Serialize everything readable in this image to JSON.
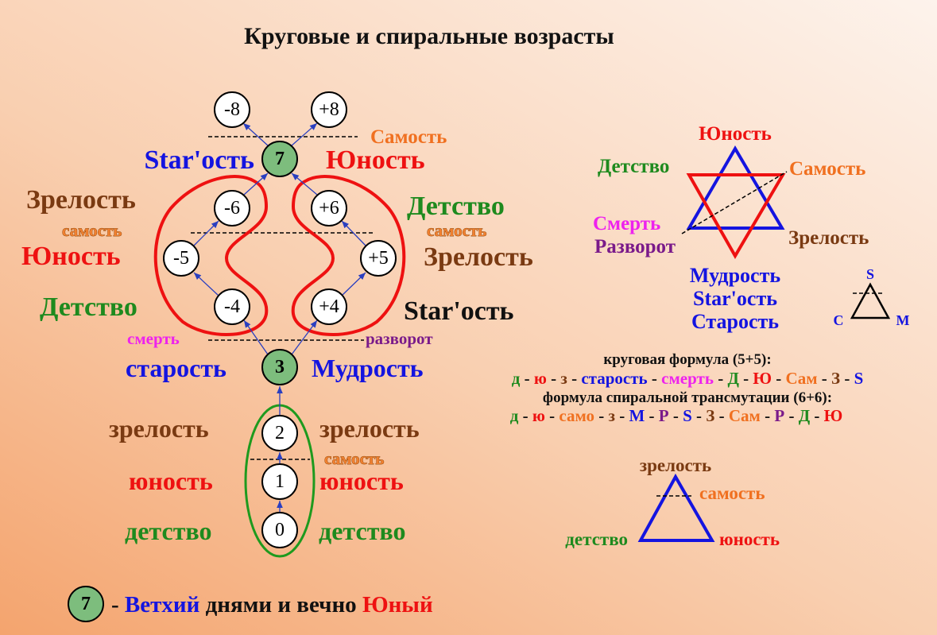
{
  "title": "Круговые и спиральные возрасты",
  "colors": {
    "green": "#1e8a1e",
    "red": "#ee1111",
    "blue": "#1414e0",
    "brown": "#7a3a12",
    "orange": "#f07020",
    "magenta": "#ee22ee",
    "purple": "#7a1a8a",
    "black": "#111111"
  },
  "nodes": {
    "m8": "-8",
    "p8": "+8",
    "n7": "7",
    "m6": "-6",
    "p6": "+6",
    "m5": "-5",
    "p5": "+5",
    "m4": "-4",
    "p4": "+4",
    "n3": "3",
    "n2": "2",
    "n1": "1",
    "n0": "0"
  },
  "tree_labels": {
    "samost_top": "Самость",
    "starost_top": "Star'ость",
    "yunost_top": "Юность",
    "left_zrelost": "Зрелость",
    "left_samost": "самость",
    "left_yunost": "Юность",
    "left_detstvo": "Детство",
    "right_detstvo": "Детство",
    "right_samost": "самость",
    "right_zrelost": "Зрелость",
    "right_starost": "Star'ость",
    "smert": "смерть",
    "razvorot": "разворот",
    "starost": "старость",
    "mudrost": "Мудрость",
    "low_zrelost_l": "зрелость",
    "low_zrelost_r": "зрелость",
    "low_samost": "самость",
    "low_yunost_l": "юность",
    "low_yunost_r": "юность",
    "low_detstvo_l": "детство",
    "low_detstvo_r": "детство"
  },
  "star": {
    "yunost": "Юность",
    "detstvo": "Детство",
    "samost": "Самость",
    "smert": "Смерть",
    "razvorot": "Разворот",
    "zrelost": "Зрелость",
    "mudrost": "Мудрость",
    "starost_en": "Star'ость",
    "starost": "Старость"
  },
  "small_triangle": {
    "top": "S",
    "left": "С",
    "right": "М"
  },
  "formulas": {
    "circular_title": "круговая формула (5+5):",
    "circular": [
      [
        "д",
        "green"
      ],
      [
        " - ",
        "black"
      ],
      [
        "ю",
        "red"
      ],
      [
        " - ",
        "black"
      ],
      [
        "з",
        "brown"
      ],
      [
        " - ",
        "black"
      ],
      [
        "старость",
        "blue"
      ],
      [
        " - ",
        "black"
      ],
      [
        "смерть",
        "magenta"
      ],
      [
        " - ",
        "black"
      ],
      [
        "Д",
        "green"
      ],
      [
        " - ",
        "black"
      ],
      [
        "Ю",
        "red"
      ],
      [
        " - ",
        "black"
      ],
      [
        "Сам",
        "orange"
      ],
      [
        " - ",
        "black"
      ],
      [
        "З",
        "brown"
      ],
      [
        " - ",
        "black"
      ],
      [
        "S",
        "blue"
      ]
    ],
    "spiral_title": "формула спиральной трансмутации (6+6):",
    "spiral": [
      [
        "д",
        "green"
      ],
      [
        " - ",
        "black"
      ],
      [
        "ю",
        "red"
      ],
      [
        " - ",
        "black"
      ],
      [
        "само",
        "orange"
      ],
      [
        " - ",
        "black"
      ],
      [
        "з",
        "brown"
      ],
      [
        " - ",
        "black"
      ],
      [
        "М",
        "blue"
      ],
      [
        " - ",
        "black"
      ],
      [
        "Р",
        "purple"
      ],
      [
        " - ",
        "black"
      ],
      [
        "S",
        "blue"
      ],
      [
        " - ",
        "black"
      ],
      [
        "З",
        "brown"
      ],
      [
        " - ",
        "black"
      ],
      [
        "Сам",
        "orange"
      ],
      [
        " - ",
        "black"
      ],
      [
        "Р",
        "purple"
      ],
      [
        " - ",
        "black"
      ],
      [
        "Д",
        "green"
      ],
      [
        " - ",
        "black"
      ],
      [
        "Ю",
        "red"
      ]
    ]
  },
  "lower_triangle": {
    "zrelost": "зрелость",
    "samost": "самость",
    "detstvo": "детство",
    "yunost": "юность"
  },
  "legend": {
    "node": "7",
    "dash": "-",
    "old": "Ветхий",
    "middle": "днями и вечно",
    "young": "Юный"
  }
}
